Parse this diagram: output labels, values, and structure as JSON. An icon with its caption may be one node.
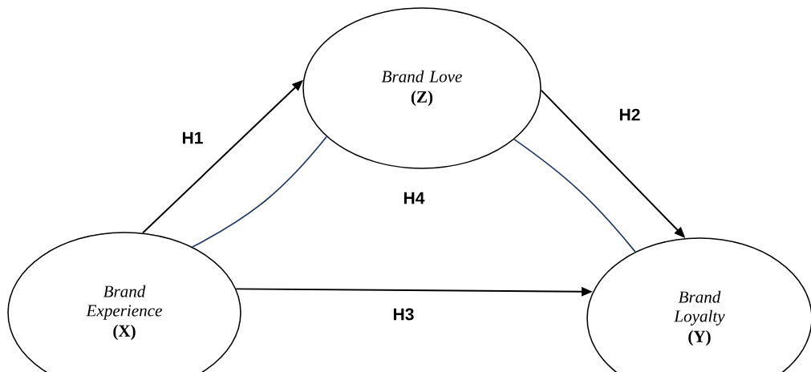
{
  "diagram": {
    "nodes": [
      {
        "text": [
          "Brand Experience",
          "(X)"
        ]
      },
      {
        "text": [
          "Brand Love",
          "(Z)"
        ]
      },
      {
        "text": [
          "Brand Loyalty",
          "(Y)"
        ]
      }
    ],
    "edges": [
      {
        "from": 0,
        "to": 1,
        "arrow": "to",
        "label": "H1"
      },
      {
        "from": 1,
        "to": 2,
        "arrow": "to",
        "label": "H2"
      },
      {
        "from": 0,
        "to": 2,
        "arrow": "to",
        "label": "H3"
      },
      {
        "from": 0,
        "to": 1,
        "arrow": "none",
        "color": "#1f3864"
      },
      {
        "from": 1,
        "to": 2,
        "arrow": "none",
        "color": "#1f3864"
      }
    ],
    "labels": [
      "H4"
    ]
  }
}
